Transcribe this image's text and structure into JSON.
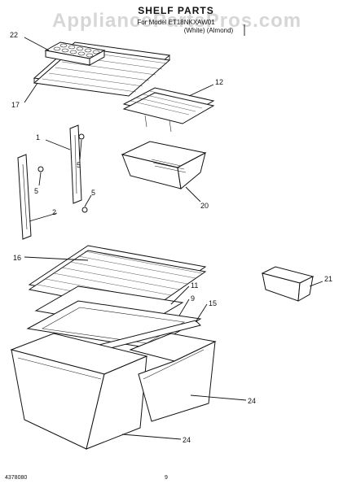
{
  "header": {
    "watermark": "AppliancePartsPros.com",
    "title": "SHELF PARTS",
    "subtitle": "For Model ET18NKXAW01",
    "color_note": "(White)   (Almond)"
  },
  "callouts": {
    "c22": "22",
    "c17": "17",
    "c12": "12",
    "c1": "1",
    "c5a": "5",
    "c5b": "5",
    "c5c": "5",
    "c2": "2",
    "c20": "20",
    "c16": "16",
    "c11": "11",
    "c9": "9",
    "c15": "15",
    "c21": "21",
    "c24a": "24",
    "c24b": "24"
  },
  "footer": {
    "doc_number": "4378080",
    "page": "9"
  }
}
